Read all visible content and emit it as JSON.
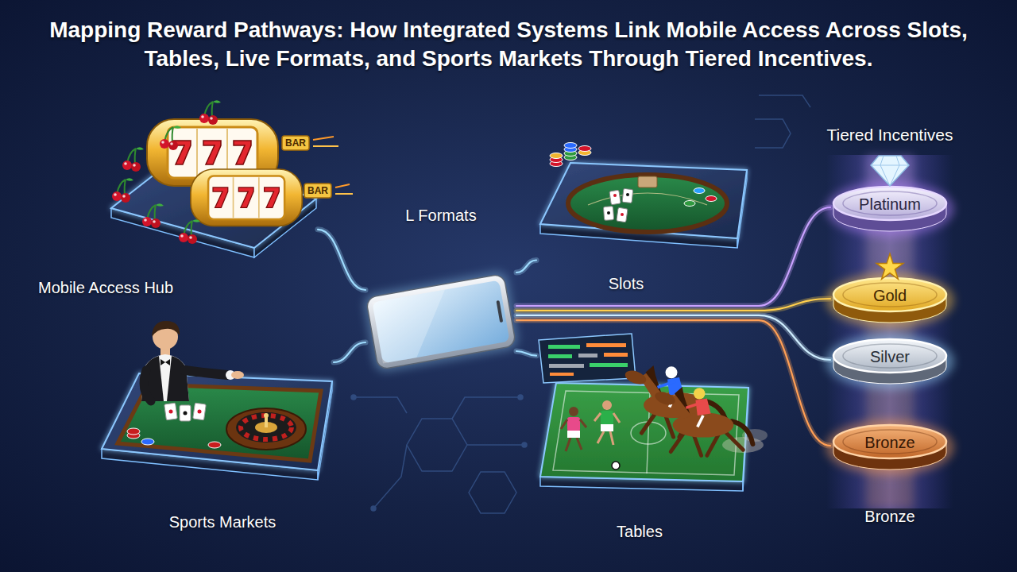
{
  "diagram": {
    "title": "Mapping Reward Pathways: How Integrated Systems Link Mobile Access Across Slots, Tables, Live Formats, and Sports Markets Through Tiered Incentives.",
    "nodes": [
      {
        "text": [
          "Mobile Access Hub"
        ]
      },
      {
        "text": [
          "L Formats"
        ]
      },
      {
        "text": [
          "Slots"
        ]
      },
      {
        "text": [
          "Tiered Incentives"
        ]
      },
      {
        "text": [
          "Platinum"
        ],
        "in": 3
      },
      {
        "text": [
          "Gold"
        ],
        "in": 3
      },
      {
        "text": [
          "Silver"
        ],
        "in": 3
      },
      {
        "text": [
          "Bronze"
        ],
        "in": 3
      },
      {
        "text": [
          "Sports Markets"
        ]
      },
      {
        "text": [
          "Tables"
        ]
      }
    ],
    "edges": [
      {
        "from": 0,
        "to": 1,
        "arrow": "none"
      },
      {
        "from": 2,
        "to": 1,
        "arrow": "none"
      },
      {
        "from": 8,
        "to": 1,
        "arrow": "none"
      },
      {
        "from": 9,
        "to": 1,
        "arrow": "none"
      },
      {
        "from": 1,
        "to": 4,
        "arrow": "none"
      },
      {
        "from": 1,
        "to": 5,
        "arrow": "none"
      },
      {
        "from": 1,
        "to": 6,
        "arrow": "none"
      },
      {
        "from": 1,
        "to": 7,
        "arrow": "none"
      }
    ],
    "labels": [
      "BAR",
      "BAR",
      "Bronze"
    ]
  }
}
